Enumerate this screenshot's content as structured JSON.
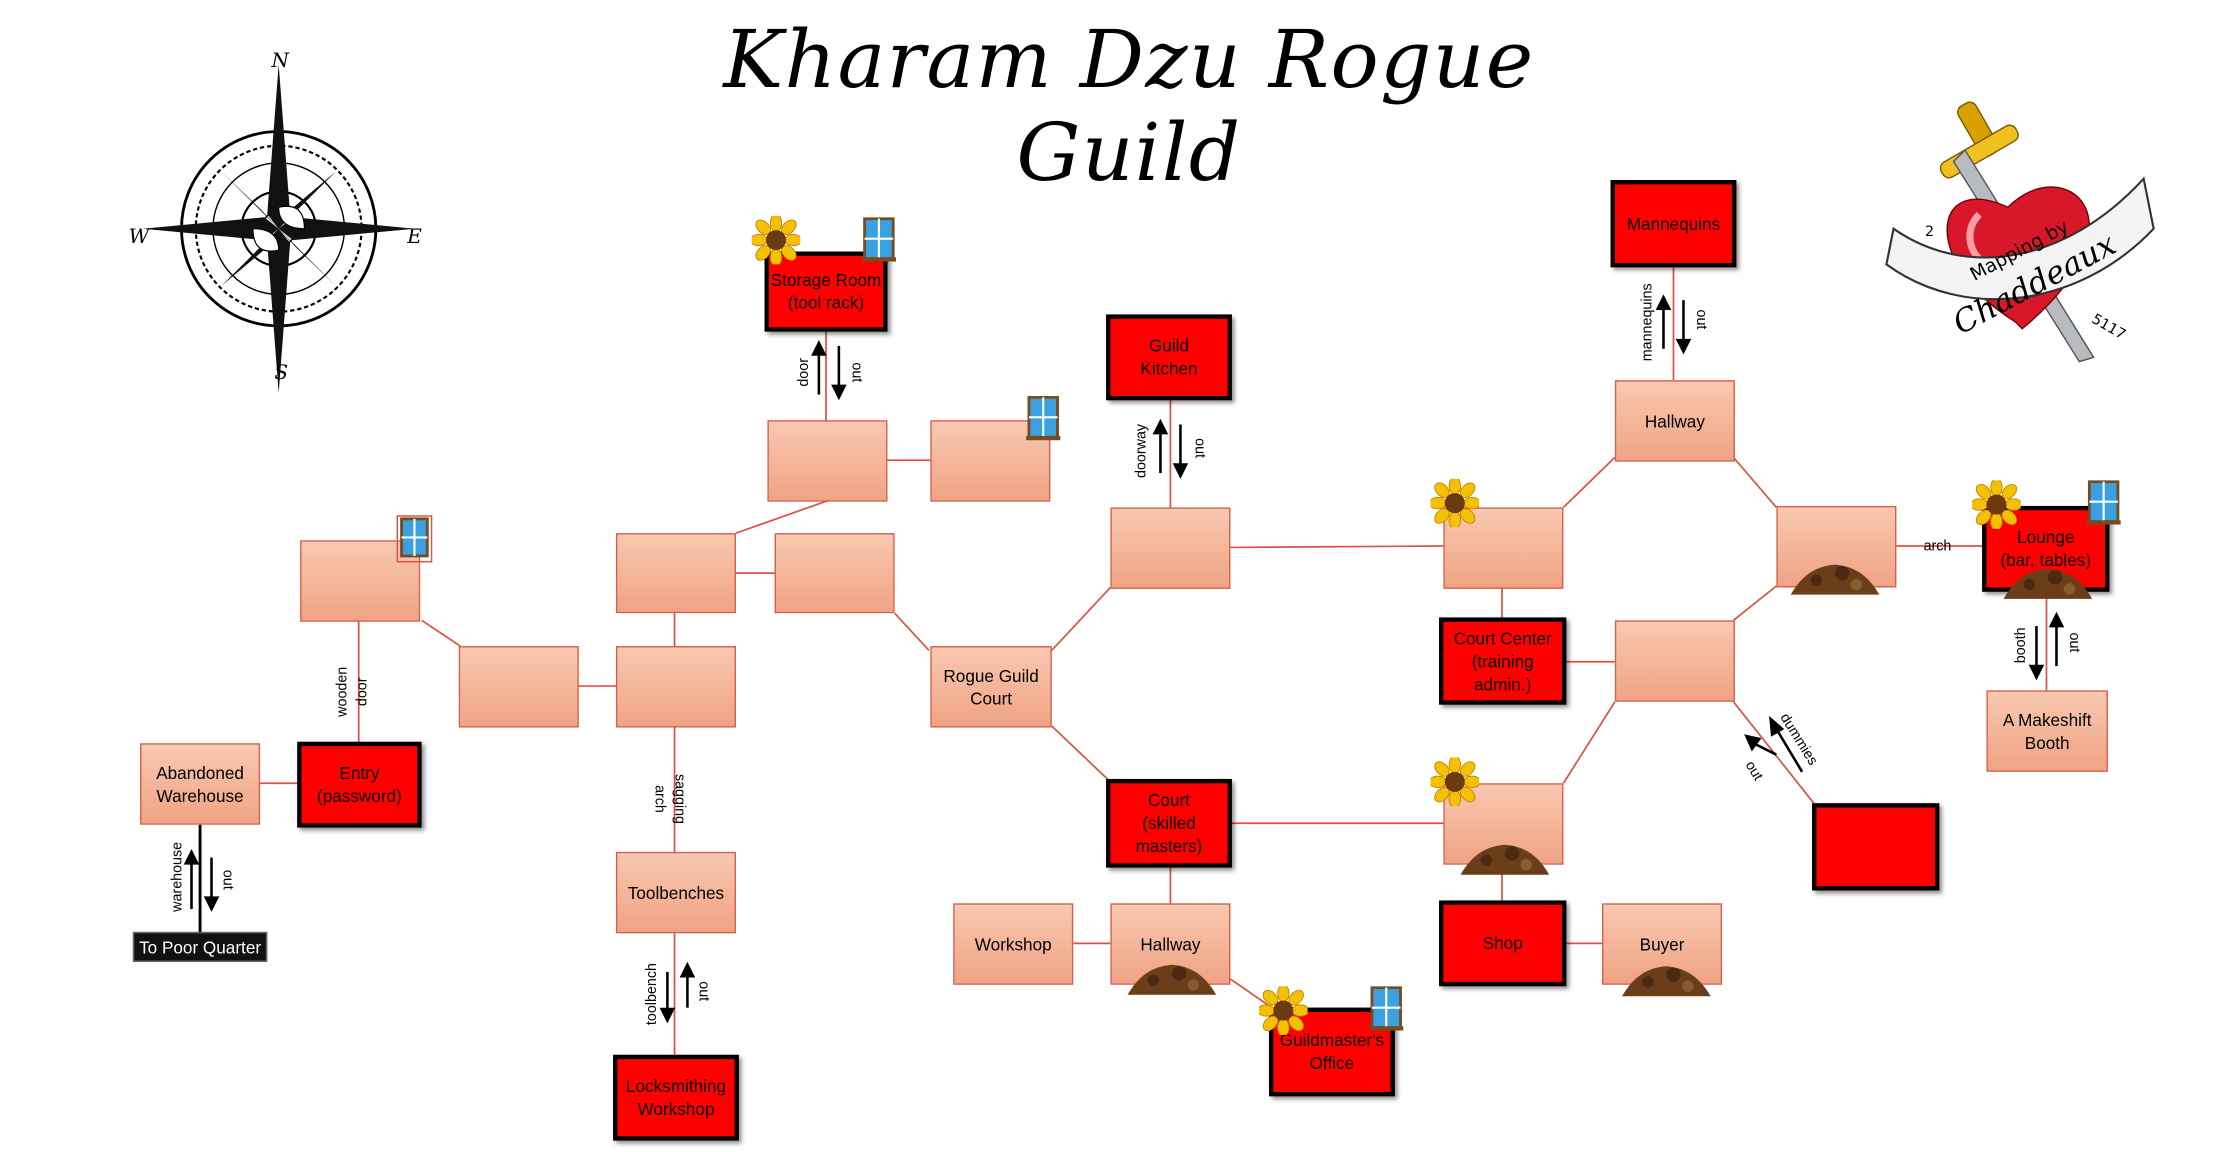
{
  "title": "Kharam Dzu Rogue Guild",
  "compass": {
    "n": "N",
    "s": "S",
    "e": "E",
    "w": "W"
  },
  "badge": {
    "line1": "Mapping by",
    "line2": "Chaddeaux",
    "num_left": "2",
    "num_right": "5117"
  },
  "colors": {
    "key_room": "#ff0000",
    "plain_room_top": "#f8c8b0",
    "plain_room_bottom": "#f0a384",
    "link": "#e05040"
  },
  "rooms": {
    "storage": "Storage Room\n(tool rack)",
    "kitchen": "Guild\nKitchen",
    "mannequins": "Mannequins",
    "hallway_top": "Hallway",
    "lounge": "Lounge\n(bar, tables)",
    "makeshift": "A Makeshift\nBooth",
    "abandoned": "Abandoned\nWarehouse",
    "entry": "Entry\n(password)",
    "poor_quarter": "To Poor Quarter",
    "rogue_court": "Rogue Guild\nCourt",
    "court_center": "Court Center\n(training\nadmin.)",
    "court_skilled": "Court\n(skilled\nmasters)",
    "toolbenches": "Toolbenches",
    "locksmithing": "Locksmithing\nWorkshop",
    "workshop": "Workshop",
    "hallway_bottom": "Hallway",
    "guildmaster": "Guildmaster's\nOffice",
    "shop": "Shop",
    "buyer": "Buyer"
  },
  "labels": {
    "door": "door",
    "out_storage": "out",
    "doorway": "doorway",
    "out_kitchen": "out",
    "mannequins": "mannequins",
    "out_mannequins": "out",
    "arch": "arch",
    "booth": "booth",
    "out_booth": "out",
    "wooden_door": "wooden\ndoor",
    "warehouse": "warehouse",
    "out_warehouse": "out",
    "sagging_arch": "sagging\narch",
    "toolbench": "toolbench",
    "out_toolbench": "out",
    "dummies": "dummies",
    "out_dummies": "out"
  },
  "icons": [
    "compass-rose-icon",
    "sunflower-icon",
    "window-icon",
    "dirt-pile-icon",
    "dagger-heart-icon"
  ]
}
